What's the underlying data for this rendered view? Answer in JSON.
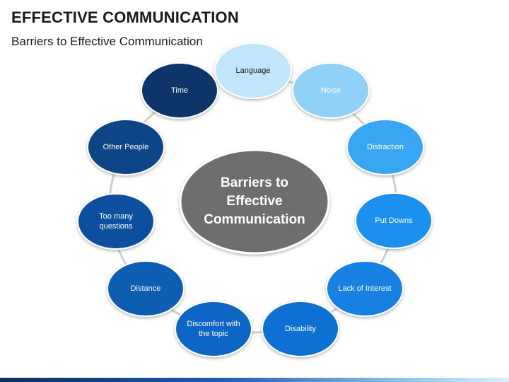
{
  "header": {
    "title": "EFFECTIVE COMMUNICATION",
    "subtitle": "Barriers to Effective Communication"
  },
  "diagram": {
    "center": {
      "lines": [
        "Barriers to",
        "Effective",
        "Communication"
      ],
      "color": "#6e6e6e"
    },
    "ring_color": "#d0d0d0",
    "nodes": [
      {
        "id": "language",
        "lines": [
          "Language"
        ],
        "color": "#bfe6fb",
        "dark_text": true
      },
      {
        "id": "noise",
        "lines": [
          "Noise"
        ],
        "color": "#8fd1f7"
      },
      {
        "id": "distraction",
        "lines": [
          "Distraction"
        ],
        "color": "#37a6f2"
      },
      {
        "id": "put-downs",
        "lines": [
          "Put Downs"
        ],
        "color": "#1a90ee"
      },
      {
        "id": "lack-of-interest",
        "lines": [
          "Lack of Interest"
        ],
        "color": "#1480e3"
      },
      {
        "id": "disability",
        "lines": [
          "Disability"
        ],
        "color": "#0e6fd3"
      },
      {
        "id": "discomfort",
        "lines": [
          "Discomfort with",
          "the topic"
        ],
        "color": "#0f66c5"
      },
      {
        "id": "distance",
        "lines": [
          "Distance"
        ],
        "color": "#0d5db3"
      },
      {
        "id": "too-many-questions",
        "lines": [
          "Too many",
          "questions"
        ],
        "color": "#0a509e"
      },
      {
        "id": "other-people",
        "lines": [
          "Other People"
        ],
        "color": "#0a4587"
      },
      {
        "id": "time",
        "lines": [
          "Time"
        ],
        "color": "#0a3569"
      }
    ]
  }
}
